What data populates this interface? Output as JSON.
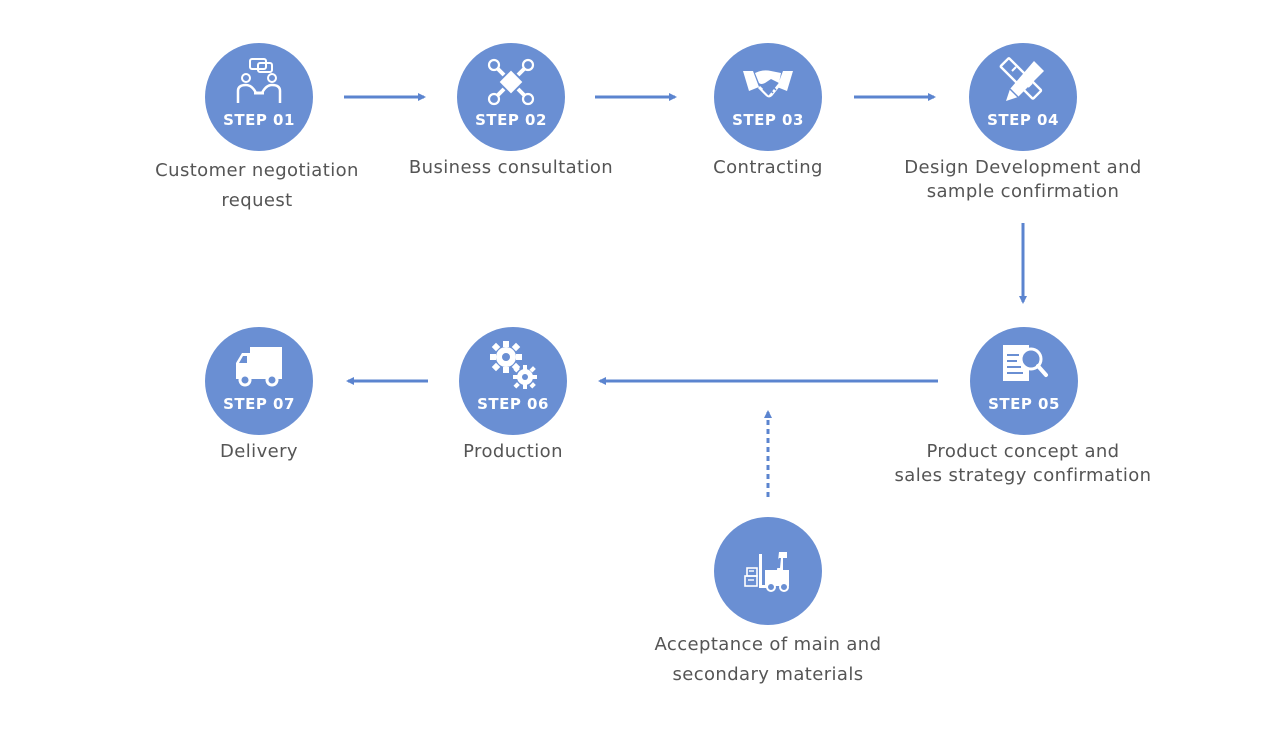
{
  "colors": {
    "node_fill": "#6a8fd3",
    "arrow": "#5b84cf",
    "caption_text": "#555555",
    "step_text": "#ffffff"
  },
  "steps": [
    {
      "label": "STEP 01",
      "icon": "negotiation-icon",
      "caption": [
        "Customer negotiation",
        "request"
      ]
    },
    {
      "label": "STEP 02",
      "icon": "consultation-icon",
      "caption": [
        "Business consultation"
      ]
    },
    {
      "label": "STEP 03",
      "icon": "handshake-icon",
      "caption": [
        "Contracting"
      ]
    },
    {
      "label": "STEP 04",
      "icon": "pencil-ruler-icon",
      "caption": [
        "Design Development and",
        "sample confirmation"
      ]
    },
    {
      "label": "STEP 05",
      "icon": "document-search-icon",
      "caption": [
        "Product concept and",
        "sales strategy confirmation"
      ]
    },
    {
      "label": "STEP 06",
      "icon": "gears-icon",
      "caption": [
        "Production"
      ]
    },
    {
      "label": "STEP 07",
      "icon": "truck-icon",
      "caption": [
        "Delivery"
      ]
    }
  ],
  "materials": {
    "icon": "forklift-icon",
    "caption": [
      "Acceptance of main and",
      "secondary materials"
    ]
  }
}
